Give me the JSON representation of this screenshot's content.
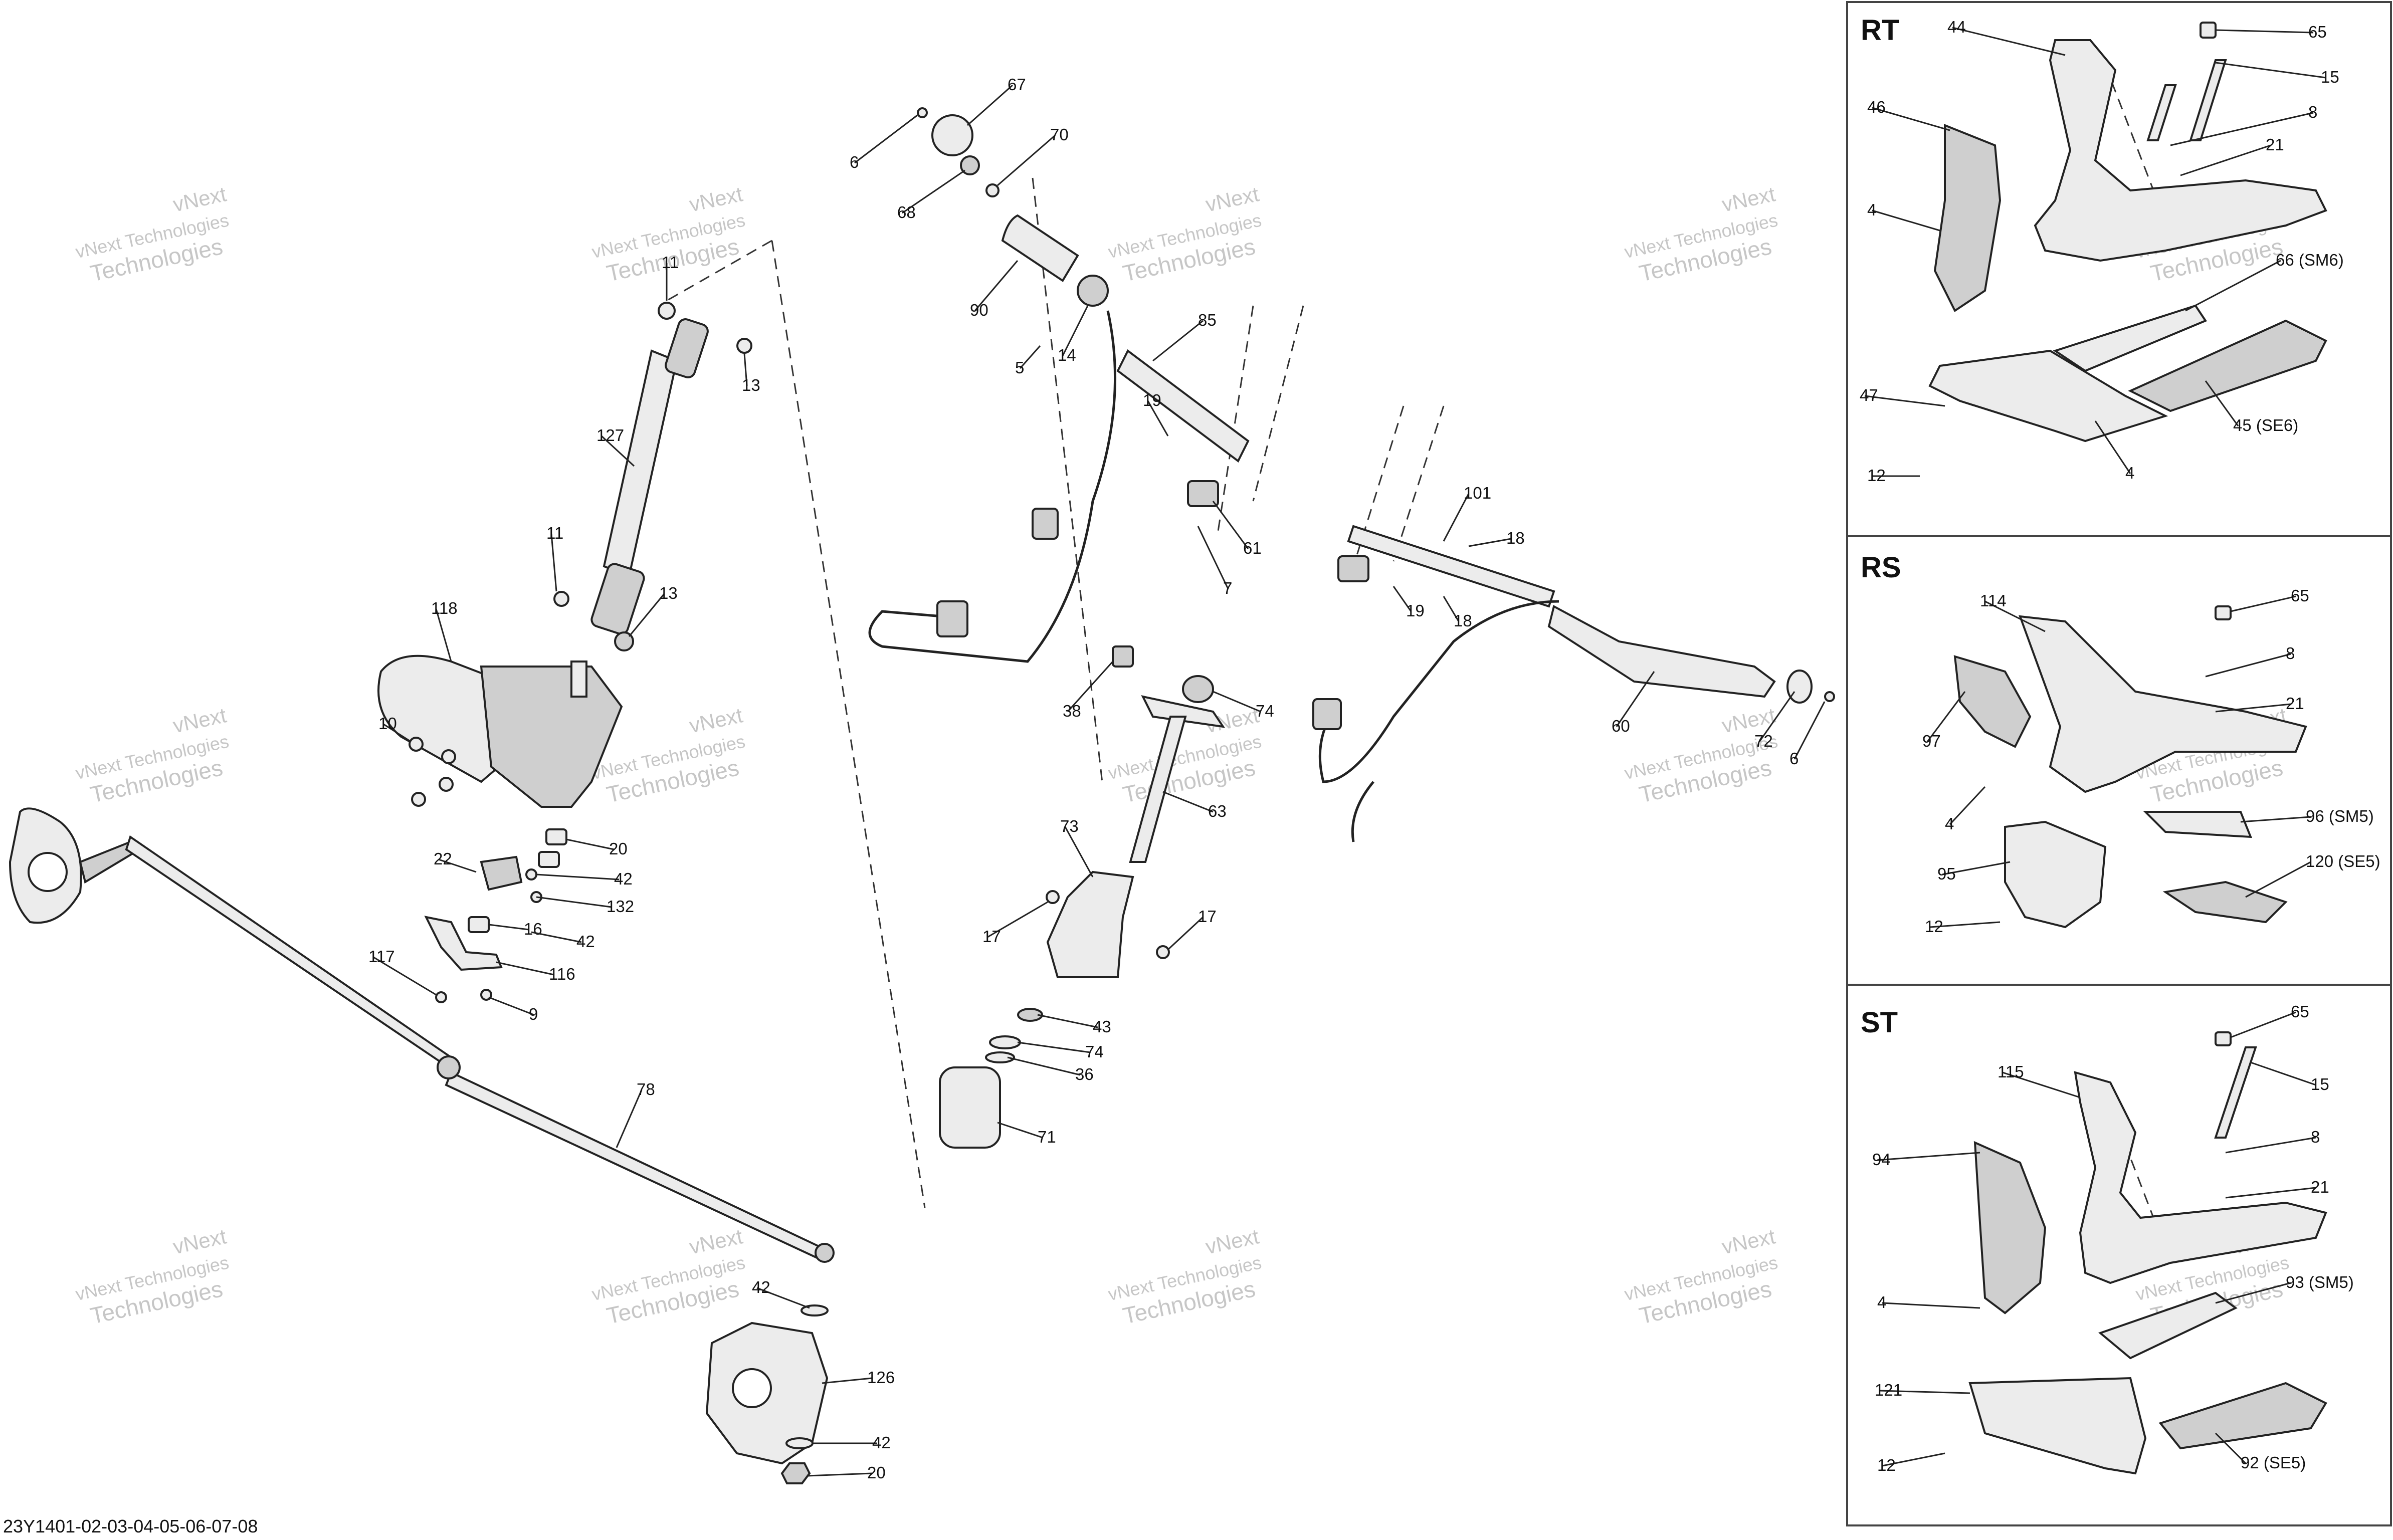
{
  "reference_code": "23Y1401-02-03-04-05-06-07-08",
  "watermark": {
    "line1": "vNext Technologies",
    "line2": "Technologies",
    "line3": "vNext"
  },
  "panels": [
    {
      "id": "rt",
      "title": "RT"
    },
    {
      "id": "rs",
      "title": "RS"
    },
    {
      "id": "st",
      "title": "ST"
    }
  ],
  "callouts": [
    {
      "id": "c67",
      "text": "67"
    },
    {
      "id": "c70",
      "text": "70"
    },
    {
      "id": "c6a",
      "text": "6"
    },
    {
      "id": "c68",
      "text": "68"
    },
    {
      "id": "c90",
      "text": "90"
    },
    {
      "id": "c5",
      "text": "5"
    },
    {
      "id": "c14",
      "text": "14"
    },
    {
      "id": "c85",
      "text": "85"
    },
    {
      "id": "c19a",
      "text": "19"
    },
    {
      "id": "c61",
      "text": "61"
    },
    {
      "id": "c7",
      "text": "7"
    },
    {
      "id": "c101",
      "text": "101"
    },
    {
      "id": "c18a",
      "text": "18"
    },
    {
      "id": "c19b",
      "text": "19"
    },
    {
      "id": "c18b",
      "text": "18"
    },
    {
      "id": "c38",
      "text": "38"
    },
    {
      "id": "c74a",
      "text": "74"
    },
    {
      "id": "c63",
      "text": "63"
    },
    {
      "id": "c73",
      "text": "73"
    },
    {
      "id": "c17a",
      "text": "17"
    },
    {
      "id": "c17b",
      "text": "17"
    },
    {
      "id": "c43",
      "text": "43"
    },
    {
      "id": "c74b",
      "text": "74"
    },
    {
      "id": "c36",
      "text": "36"
    },
    {
      "id": "c71",
      "text": "71"
    },
    {
      "id": "c60",
      "text": "60"
    },
    {
      "id": "c72",
      "text": "72"
    },
    {
      "id": "c6b",
      "text": "6"
    },
    {
      "id": "c11a",
      "text": "11"
    },
    {
      "id": "c13a",
      "text": "13"
    },
    {
      "id": "c127",
      "text": "127"
    },
    {
      "id": "c11b",
      "text": "11"
    },
    {
      "id": "c13b",
      "text": "13"
    },
    {
      "id": "c118",
      "text": "118"
    },
    {
      "id": "c10",
      "text": "10"
    },
    {
      "id": "c20a",
      "text": "20"
    },
    {
      "id": "c22",
      "text": "22"
    },
    {
      "id": "c42a",
      "text": "42"
    },
    {
      "id": "c132",
      "text": "132"
    },
    {
      "id": "c16",
      "text": "16"
    },
    {
      "id": "c42b",
      "text": "42"
    },
    {
      "id": "c117",
      "text": "117"
    },
    {
      "id": "c116",
      "text": "116"
    },
    {
      "id": "c9",
      "text": "9"
    },
    {
      "id": "c78",
      "text": "78"
    },
    {
      "id": "c42c",
      "text": "42"
    },
    {
      "id": "c126",
      "text": "126"
    },
    {
      "id": "c42d",
      "text": "42"
    },
    {
      "id": "c20b",
      "text": "20"
    },
    {
      "id": "rt44",
      "text": "44"
    },
    {
      "id": "rt65",
      "text": "65"
    },
    {
      "id": "rt15",
      "text": "15"
    },
    {
      "id": "rt46",
      "text": "46"
    },
    {
      "id": "rt8",
      "text": "8"
    },
    {
      "id": "rt21",
      "text": "21"
    },
    {
      "id": "rt4a",
      "text": "4"
    },
    {
      "id": "rt66",
      "text": "66 (SM6)"
    },
    {
      "id": "rt47",
      "text": "47"
    },
    {
      "id": "rt45",
      "text": "45 (SE6)"
    },
    {
      "id": "rt12",
      "text": "12"
    },
    {
      "id": "rt4b",
      "text": "4"
    },
    {
      "id": "rs65",
      "text": "65"
    },
    {
      "id": "rs114",
      "text": "114"
    },
    {
      "id": "rs8",
      "text": "8"
    },
    {
      "id": "rs21",
      "text": "21"
    },
    {
      "id": "rs97",
      "text": "97"
    },
    {
      "id": "rs4",
      "text": "4"
    },
    {
      "id": "rs96",
      "text": "96 (SM5)"
    },
    {
      "id": "rs95",
      "text": "95"
    },
    {
      "id": "rs120",
      "text": "120 (SE5)"
    },
    {
      "id": "rs12",
      "text": "12"
    },
    {
      "id": "st65",
      "text": "65"
    },
    {
      "id": "st115",
      "text": "115"
    },
    {
      "id": "st15",
      "text": "15"
    },
    {
      "id": "st94",
      "text": "94"
    },
    {
      "id": "st8",
      "text": "8"
    },
    {
      "id": "st21",
      "text": "21"
    },
    {
      "id": "st4",
      "text": "4"
    },
    {
      "id": "st93",
      "text": "93 (SM5)"
    },
    {
      "id": "st121",
      "text": "121"
    },
    {
      "id": "st12",
      "text": "12"
    },
    {
      "id": "st92",
      "text": "92 (SE5)"
    }
  ]
}
